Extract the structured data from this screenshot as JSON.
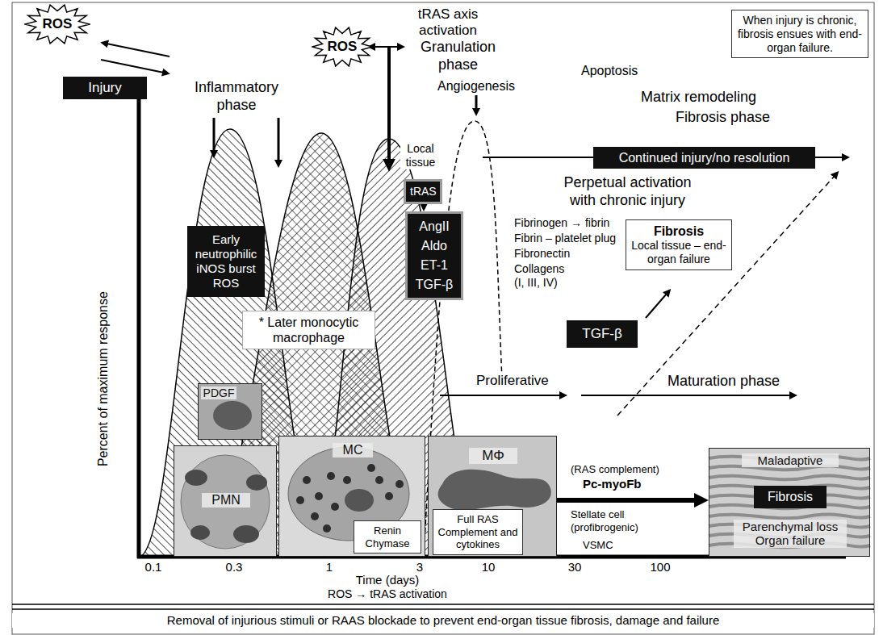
{
  "diagram": {
    "nodes": [
      {
        "text": [
          "ROS"
        ]
      },
      {
        "text": [
          "Injury"
        ]
      },
      {
        "text": [
          "When injury is chronic, fibrosis ensues with end-organ failure."
        ]
      },
      {
        "text": [
          "ROS"
        ]
      },
      {
        "text": [
          "tRAS"
        ]
      },
      {
        "text": [
          "Continued injury/no resolution"
        ]
      },
      {
        "text": [
          "Early neutrophilic iNOS burst ROS"
        ]
      },
      {
        "text": [
          "AngII Aldo ET-1 TGF-β"
        ]
      },
      {
        "text": [
          "Fibrosis",
          "Local tissue – end-organ failure"
        ]
      },
      {
        "text": [
          "TGF-β"
        ]
      },
      {
        "text": [
          "* Later monocytic macrophage"
        ]
      },
      {
        "text": [
          "PDGF"
        ]
      },
      {
        "text": [
          "PMN"
        ]
      },
      {
        "text": [
          "MC"
        ]
      },
      {
        "text": [
          "Renin Chymase"
        ],
        "in": 13
      },
      {
        "text": [
          "MΦ"
        ]
      },
      {
        "text": [
          "Full RAS Complement and cytokines"
        ],
        "in": 15
      },
      {
        "text": [
          "Maladaptive",
          "Parenchymal loss Organ failure"
        ]
      },
      {
        "text": [
          "Fibrosis"
        ],
        "in": 17
      }
    ],
    "edges": [
      {
        "from": 4,
        "to": 7,
        "arrow": "to"
      },
      {
        "from": 15,
        "to": 17,
        "arrow": "to"
      }
    ],
    "labels": [
      "Inflammatory phase",
      "tRAS axis activation",
      "Granulation phase",
      "Local tissue",
      "Angiogenesis",
      "Apoptosis",
      "Matrix remodeling",
      "Fibrosis phase",
      "Perpetual activation with chronic injury",
      "Fibrinogen → fibrin",
      "Fibrin – platelet plug",
      "Fibronectin",
      "Collagens (I, III, IV)",
      "Proliferative",
      "Maturation phase",
      "(RAS complement)",
      "Pc-myoFb",
      "Stellate cell (profibrogenic)",
      "VSMC",
      "Percent of maximum response",
      "0.1",
      "0.3",
      "1",
      "3",
      "10",
      "30",
      "100",
      "Time (days)",
      "ROS → tRAS activation",
      "Removal of injurious stimuli or RAAS blockade to prevent end-organ tissue fibrosis, damage and failure"
    ]
  }
}
